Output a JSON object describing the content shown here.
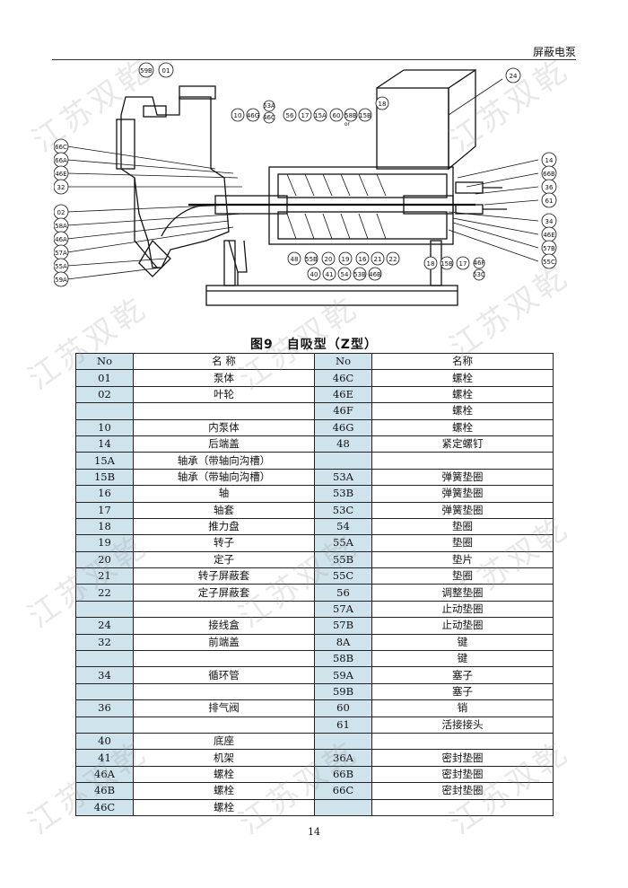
{
  "header": {
    "text": "屏蔽电泵"
  },
  "figure": {
    "caption": "图9　自吸型（Z型）",
    "callouts": [
      "59B",
      "01",
      "53A",
      "46C",
      "10",
      "46G",
      "56",
      "17",
      "15A",
      "60",
      "58B",
      "or",
      "15B",
      "18",
      "24",
      "66C",
      "66A",
      "46E",
      "32",
      "14",
      "66B",
      "36",
      "61",
      "02",
      "58A",
      "46A",
      "57A",
      "55A",
      "59A",
      "34",
      "46E",
      "57B",
      "55C",
      "48",
      "55B",
      "20",
      "19",
      "16",
      "21",
      "22",
      "18",
      "15B",
      "17",
      "46F",
      "53C",
      "40",
      "41",
      "54",
      "53B",
      "46B"
    ]
  },
  "table": {
    "headers": {
      "no_left": "No",
      "name_left": "名  称",
      "no_right": "No",
      "name_right": "名称"
    },
    "rows": [
      {
        "no1": "01",
        "name1": "泵体",
        "no2": "46C",
        "name2": "螺栓"
      },
      {
        "no1": "02",
        "name1": "叶轮",
        "no2": "46E",
        "name2": "螺栓"
      },
      {
        "no1": "",
        "name1": "",
        "no2": "46F",
        "name2": "螺栓"
      },
      {
        "no1": "10",
        "name1": "内泵体",
        "no2": "46G",
        "name2": "螺栓"
      },
      {
        "no1": "14",
        "name1": "后端盖",
        "no2": "48",
        "name2": "紧定螺钉"
      },
      {
        "no1": "15A",
        "name1": "轴承（带轴向沟槽）",
        "no2": "",
        "name2": ""
      },
      {
        "no1": "15B",
        "name1": "轴承（带轴向沟槽）",
        "no2": "53A",
        "name2": "弹簧垫圈"
      },
      {
        "no1": "16",
        "name1": "轴",
        "no2": "53B",
        "name2": "弹簧垫圈"
      },
      {
        "no1": "17",
        "name1": "轴套",
        "no2": "53C",
        "name2": "弹簧垫圈"
      },
      {
        "no1": "18",
        "name1": "推力盘",
        "no2": "54",
        "name2": "垫圈"
      },
      {
        "no1": "19",
        "name1": "转子",
        "no2": "55A",
        "name2": "垫圈"
      },
      {
        "no1": "20",
        "name1": "定子",
        "no2": "55B",
        "name2": "垫片"
      },
      {
        "no1": "21",
        "name1": "转子屏蔽套",
        "no2": "55C",
        "name2": "垫圈"
      },
      {
        "no1": "22",
        "name1": "定子屏蔽套",
        "no2": "56",
        "name2": "调整垫圈"
      },
      {
        "no1": "",
        "name1": "",
        "no2": "57A",
        "name2": "止动垫圈"
      },
      {
        "no1": "24",
        "name1": "接线盒",
        "no2": "57B",
        "name2": "止动垫圈"
      },
      {
        "no1": "32",
        "name1": "前端盖",
        "no2": "8A",
        "name2": "键"
      },
      {
        "no1": "",
        "name1": "",
        "no2": "58B",
        "name2": "键"
      },
      {
        "no1": "34",
        "name1": "循环管",
        "no2": "59A",
        "name2": "塞子"
      },
      {
        "no1": "",
        "name1": "",
        "no2": "59B",
        "name2": "塞子"
      },
      {
        "no1": "36",
        "name1": "排气阀",
        "no2": "60",
        "name2": "销"
      },
      {
        "no1": "",
        "name1": "",
        "no2": "61",
        "name2": "活接接头"
      },
      {
        "no1": "40",
        "name1": "底座",
        "no2": "",
        "name2": ""
      },
      {
        "no1": "41",
        "name1": "机架",
        "no2": "36A",
        "name2": "密封垫圈"
      },
      {
        "no1": "46A",
        "name1": "螺栓",
        "no2": "66B",
        "name2": "密封垫圈"
      },
      {
        "no1": "46B",
        "name1": "螺栓",
        "no2": "66C",
        "name2": "密封垫圈"
      },
      {
        "no1": "46C",
        "name1": "螺栓",
        "no2": "",
        "name2": ""
      }
    ]
  },
  "page_number": "14",
  "watermark": "江苏双乾"
}
